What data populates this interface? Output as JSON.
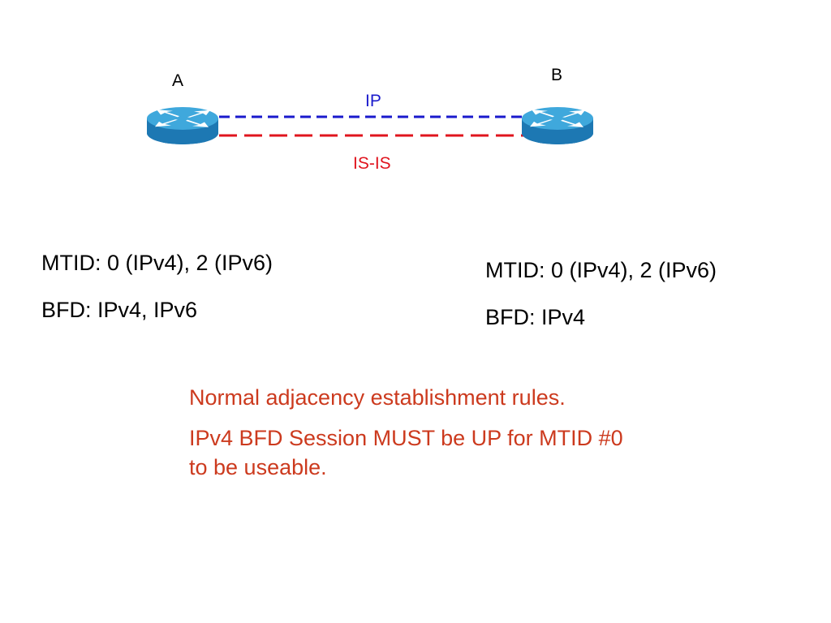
{
  "routers": {
    "a": {
      "label": "A"
    },
    "b": {
      "label": "B"
    }
  },
  "links": {
    "ip": {
      "label": "IP",
      "color": "#1a1acc"
    },
    "isis": {
      "label": "IS-IS",
      "color": "#e0141e"
    }
  },
  "router_colors": {
    "top": "#3fa8dc",
    "side": "#1d78b3",
    "arrows": "#ffffff"
  },
  "info": {
    "router_a": {
      "mtid": "MTID: 0 (IPv4), 2 (IPv6)",
      "bfd": "BFD: IPv4, IPv6"
    },
    "router_b": {
      "mtid": "MTID: 0 (IPv4), 2 (IPv6)",
      "bfd": "BFD: IPv4"
    }
  },
  "note": {
    "color": "#cc3a1e",
    "line1": "Normal adjacency establishment rules.",
    "line2": "IPv4 BFD Session MUST be UP for MTID #0 to be useable."
  }
}
